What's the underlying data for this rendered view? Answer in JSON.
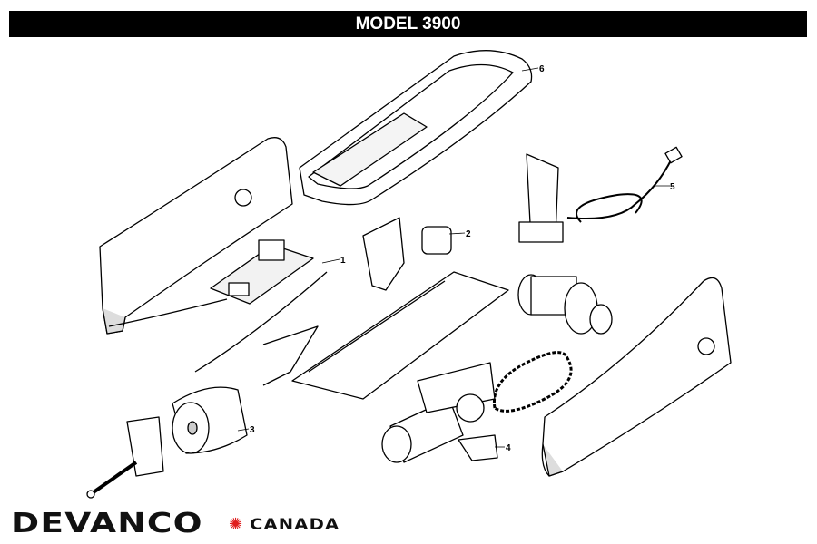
{
  "header": {
    "title": "MODEL 3900"
  },
  "callouts": [
    "1",
    "2",
    "3",
    "4",
    "5",
    "6"
  ],
  "logo": {
    "brand": "DEVANCO",
    "country": "CANADA",
    "leaf_color": "#e01b1b"
  }
}
